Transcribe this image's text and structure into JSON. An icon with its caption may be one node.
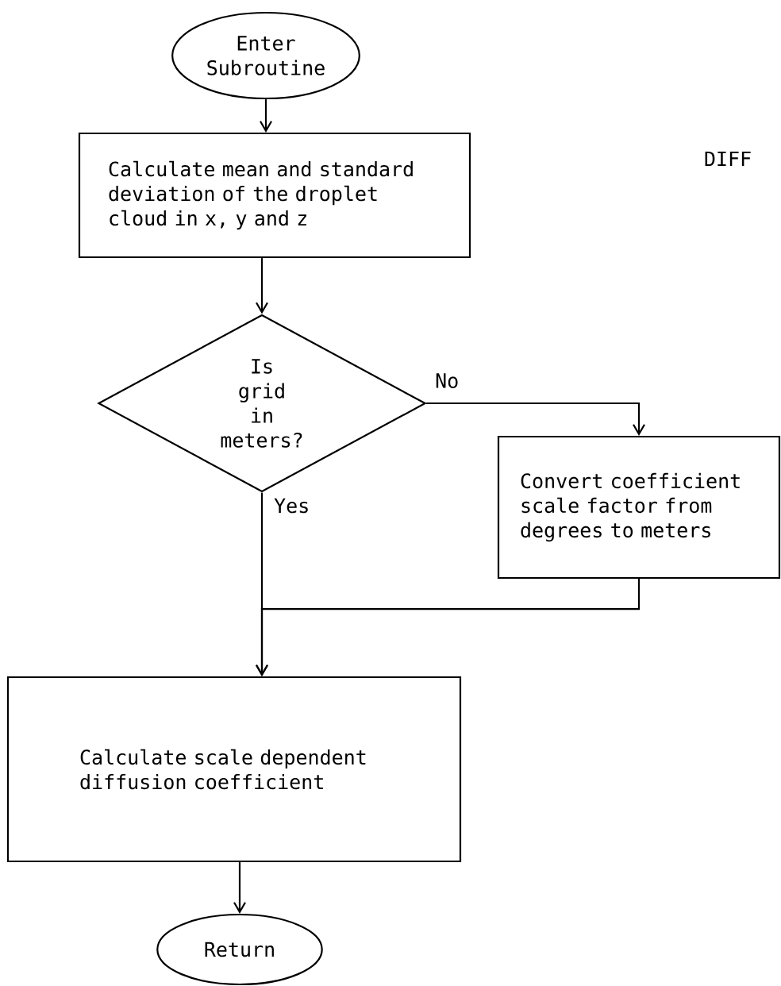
{
  "diagram": {
    "nodes": [
      {
        "text": [
          "Enter Subroutine"
        ]
      },
      {
        "text": [
          "Calculate mean and standard deviation of the droplet cloud in x, y and z"
        ]
      },
      {
        "text": [
          "Is grid in meters?"
        ]
      },
      {
        "text": [
          "Convert coefficient scale factor from degrees to meters"
        ]
      },
      {
        "text": [
          "Calculate scale dependent diffusion coefficient"
        ]
      },
      {
        "text": [
          "Return"
        ]
      }
    ],
    "edges": [
      {
        "from": 0,
        "to": 1,
        "arrow": "to"
      },
      {
        "from": 1,
        "to": 2,
        "arrow": "to"
      },
      {
        "from": 2,
        "to": 3,
        "arrow": "to",
        "label": "No"
      },
      {
        "from": 2,
        "to": 4,
        "arrow": "to",
        "label": "Yes"
      },
      {
        "from": 3,
        "to": 4,
        "arrow": "to"
      },
      {
        "from": 4,
        "to": 5,
        "arrow": "to"
      }
    ],
    "labels": [
      "DIFF"
    ]
  }
}
